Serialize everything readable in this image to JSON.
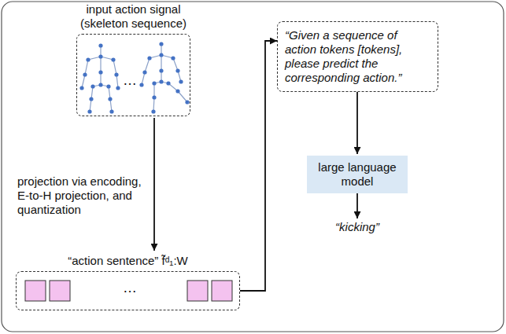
{
  "diagram": {
    "nodes": [
      {
        "text": [
          "input action signal (skeleton sequence)"
        ]
      },
      {
        "text": [
          "“action sentence” f̃ᵈ₁:W"
        ]
      },
      {
        "text": [
          "“Given a sequence of action tokens [tokens], please predict the corresponding action.”"
        ]
      },
      {
        "text": [
          "large language model"
        ]
      },
      {
        "text": [
          "“kicking”"
        ]
      }
    ],
    "edges": [
      {
        "from": 0,
        "to": 1,
        "arrow": "to",
        "label": "projection via encoding, E-to-H projection, and quantization"
      },
      {
        "from": 1,
        "to": 2,
        "arrow": "to"
      },
      {
        "from": 2,
        "to": 3,
        "arrow": "to"
      },
      {
        "from": 3,
        "to": 4,
        "arrow": "to"
      }
    ],
    "labels": [
      "…",
      "…"
    ]
  }
}
